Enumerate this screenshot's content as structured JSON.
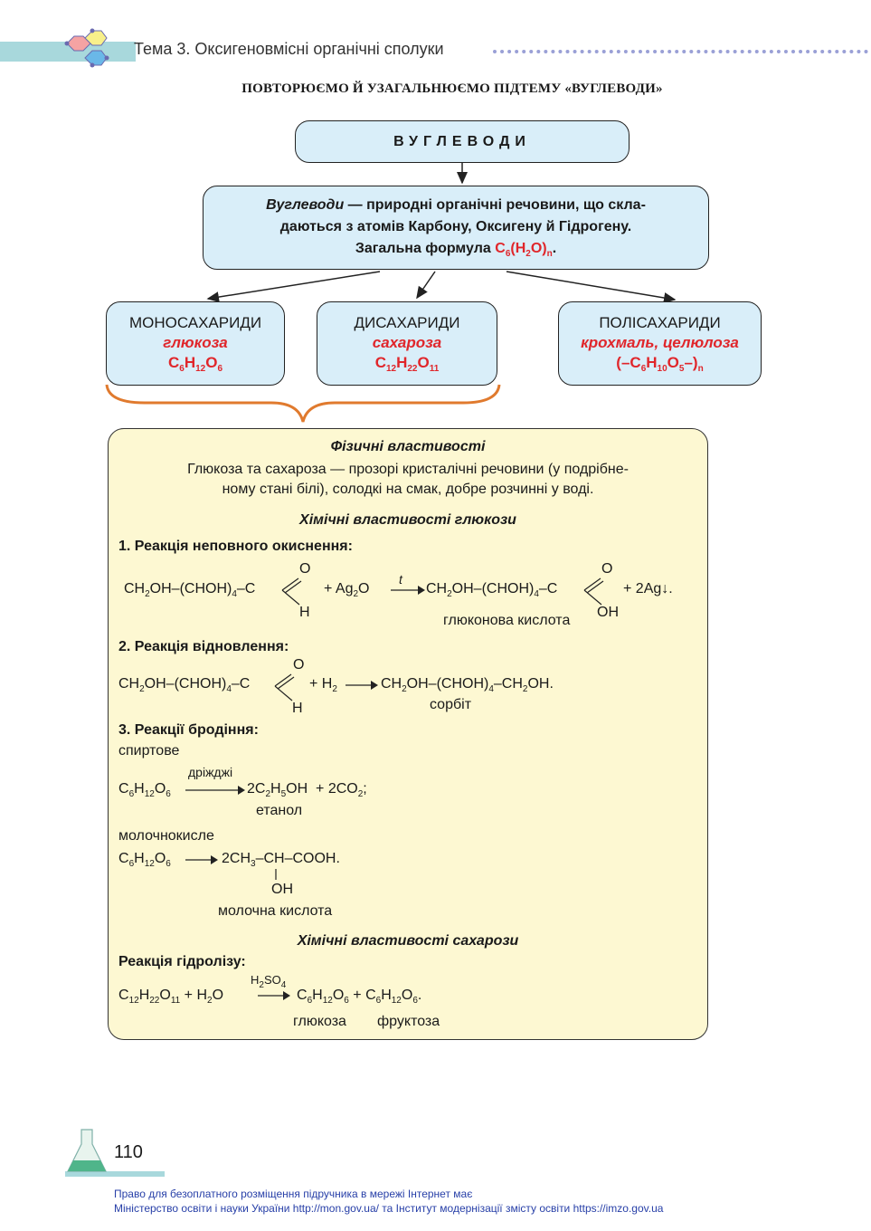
{
  "header": {
    "topic": "Тема 3. Оксигеновмісні органічні сполуки"
  },
  "heading": "ПОВТОРЮЄМО Й УЗАГАЛЬНЮЄМО ПІДТЕМУ «ВУГЛЕВОДИ»",
  "title_box": "ВУГЛЕВОДИ",
  "definition": {
    "term": "Вуглеводи",
    "line1_rest": " — природні органічні речовини, що скла-",
    "line2": "даються з атомів Карбону, Оксигену й Гідрогену.",
    "line3_prefix": "Загальна формула "
  },
  "categories": {
    "mono": {
      "name": "МОНОСАХАРИДИ",
      "example": "глюкоза"
    },
    "di": {
      "name": "ДИСАХАРИДИ",
      "example": "сахароза"
    },
    "poly": {
      "name": "ПОЛІСАХАРИДИ",
      "example": "крохмаль, целюлоза"
    }
  },
  "physical": {
    "heading": "Фізичні властивості",
    "line1": "Глюкоза та сахароза — прозорі кристалічні речовини (у подрібне-",
    "line2": "ному стані білі), солодкі на смак, добре розчинні у воді."
  },
  "glucose": {
    "heading": "Хімічні властивості глюкози",
    "r1_title": "1. Реакція неповного окиснення:",
    "r1_product_label": "глюконова кислота",
    "r2_title": "2. Реакція відновлення:",
    "r2_product_label": "сорбіт",
    "r3_title": "3. Реакції бродіння:",
    "r3_type1": "спиртове",
    "r3_catalyst": "дріжджі",
    "r3_product1_label": "етанол",
    "r3_type2": "молочнокисле",
    "r3_product2_label": "молочна кислота"
  },
  "sucrose": {
    "heading": "Хімічні властивості сахарози",
    "r_title": "Реакція гідролізу:",
    "label_glucose": "глюкоза",
    "label_fructose": "фруктоза"
  },
  "footer": {
    "page_number": "110",
    "line1": "Право для безоплатного розміщення підручника в мережі Інтернет має",
    "line2": "Міністерство освіти і науки України http://mon.gov.ua/ та Інститут модернізації змісту освіти https://imzo.gov.ua"
  },
  "colors": {
    "box_blue": "#d9eef9",
    "box_yellow": "#fdf8d2",
    "accent_red": "#e0262b",
    "brace_orange": "#e07a2e",
    "footer_blue": "#2840a8"
  }
}
